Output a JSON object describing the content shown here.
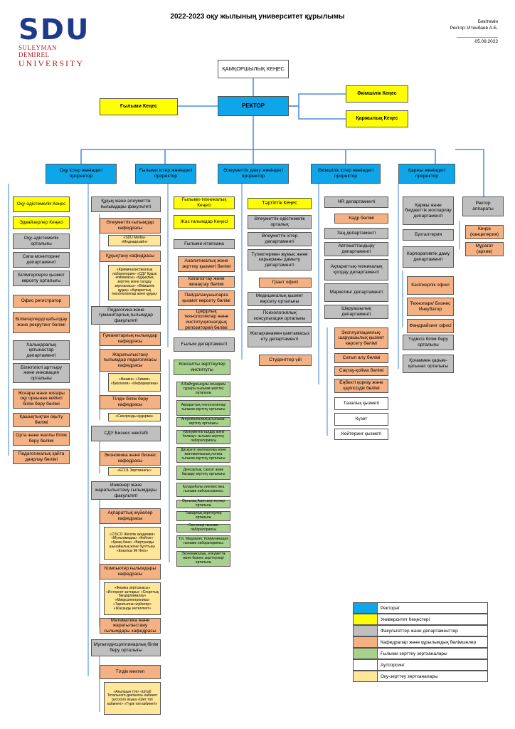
{
  "header": {
    "title": "2022-2023 оқу жылының университет құрылымы",
    "logo_text": "SDU",
    "logo_line1": "SULEYMAN DEMIREL",
    "logo_line2": "UNIVERSITY",
    "approval_1": "Бекітемін",
    "approval_2": "Ректор: Итенбаев А.Б.",
    "approval_line": "________________",
    "approval_date": "05.09.2022"
  },
  "colors": {
    "blue": "#0ea5e9",
    "yellow": "#ffff00",
    "gray": "#bfbfbf",
    "orange": "#f4b183",
    "green": "#a9d18e",
    "white": "#ffffff",
    "cream": "#ffe699",
    "accent": "#1f3a8a",
    "connector": "#4a90e2"
  },
  "top": {
    "board": "ҚАМҚОРШЫЛЫҚ КЕҢЕС",
    "rector": "РЕКТОР",
    "science_council": "Ғылыми Кеңес",
    "admin_council": "Әкімшілік Кеңес",
    "finance_council": "Қаржылық Кеңес"
  },
  "vice": [
    "Оқу істер жөніндегі проректор",
    "Ғылыми істер жөніндегі проректор",
    "Әлеуметтік даму жөніндегі проректор",
    "Әкімшілік істер жөніндегі проректор",
    "Қаржы жөніндегі проректор"
  ],
  "col1": [
    "Оқу-әдістемелік Кеңес",
    "Эдвайзерлер Кеңесі",
    "Оқу-әдістемелік орталығы",
    "Сапа мониторинг департаменті",
    "Білімгерлерге қызмет көрсету орталығы",
    "Офис регистратор",
    "Білімгерлерді қабылдау және рекрутинг бөлімі",
    "Халықаралық қатынастар департаменті",
    "Біліктілікті арттыру және инновация орталығы",
    "Жоғары және жоғары оқу орнынан кейінгі білім беру бөлімі",
    "Қашықтықтан оқыту бөлімі",
    "Орта және жалпы білім беру бөлімі",
    "Педагогикалық қайта даярлау бөлімі"
  ],
  "col2": {
    "f1": "Құқық және әлеуметтік ғылымдары факультеті",
    "f1_d1": "Әлеуметтік ғылымдар кафедрасы",
    "f1_d1_labs": "«SDU Media» «Медиадизайн»",
    "f1_d2": "Құқықтану кафедрасы",
    "f1_d2_labs": "«Криминалистикалық лаборатория» «СДУ Құқық клиникасы» «Құқықтық зерттеу және талдау зертханасы» «Әкімшілік құқық» «Ақпараттық технологиялар және құқық»",
    "f2": "Педагогика және гуманитарлық ғылымдар факультеті",
    "f2_d1": "Гуманитарлық ғылымдар кафедрасы",
    "f2_d2": "Жаратылыстану ғылымдар педагогикасы кафедрасы",
    "f2_d2_labs": "«Физика» «Химия» «Биология» «Информатика»",
    "f2_d3": "Тілдік білім беру кафедрасы",
    "f2_d3_labs": "«Синхронды аударма»",
    "f3": "СДУ Бизнес мектебі",
    "f3_d1": "Экономика және бизнес кафедрасы",
    "f3_d1_labs": "«ECOL Зертханасы»",
    "f4": "Инженер және жаратылыстану ғылымдары факультеті",
    "f4_d1": "Ақпараттық жүйелер кафедрасы",
    "f4_d1_labs": "«CISCO Желілік академия» «Мультимедиа» «Кейтат» «Қазақ банк» «Виртуалды шынайылық және бұлттың» «Erasmus Mi Hero»",
    "f4_d2": "Компьютер ғылымдары кафедрасы",
    "f4_d2_labs": "«Физика зертханасы» «Интернет заттары» «Спорттық бағдарламалау» «Микроэлектроника» «Таратылған жүйелер» «Жасанды интеллект»",
    "f4_d3": "Математика және жаратылыстану ғылымдары кафедрасы",
    "f5": "Мультидисциплинарлық білім беру орталығы",
    "f5_d1": "Тілдік мектеп",
    "f5_d1_labs": "«Ағылшын тілі» «Штаб Тотального диктанта» кабинет русского языка «Шет тілі кабинеті» «Түрік тілі кабинеті»"
  },
  "col3": {
    "c1": "Ғылыми-техникалық Кеңесі",
    "c2": "Жас ғалымдар Кеңесі",
    "c3": "Ғылыми кітапхана",
    "c4": "Аналитикалық және зерттеу қызметі бөлімі",
    "c5": "Каталогтау және жинақтау бөлімі",
    "c6": "Пайдаланушыларға қызмет көрсету бөлімі",
    "c7": "Цифрлық технологиялар және институционалдық репозиторий бөлімі",
    "c8": "Ғылым департаменті",
    "c9": "Консалты зерттеулер институты",
    "green": [
      "А.Байтұрсынұлы атындағы тұрақты ғылыми-зерттеу орталығы",
      "Ақпараттық технологиялар ғылыми-зерттеу орталығы",
      "Антропологиялық ғылыми-зерттеу орталығы",
      "«Әлеуметтік талдау және болжау» ғылыми-зерттеу лабораториясы",
      "Дискретті математика және математикалық логика ғылыми-зерттеу орталығы",
      "Денсаулық, саясат және басқару зерттеу орталығы",
      "Қолданбалы лингвистика ғылыми лабораториясы",
      "Орталық Азия зерттеулер орталығы",
      "Тамырлық зерттеулер орталығы",
      "Сөз өнері ғылыми лабораториясы",
      "Тіл. Медиамет. Коммуникация ғылыми лабораториясы",
      "Экономикалық, әлеуметтік және бизнес зерттеулері орталығы"
    ]
  },
  "col4": {
    "c1": "Тәртіптік Кеңес",
    "c2": "Әлеуметтік-әдістемелік орталық",
    "c3": "Әлеуметтік істер департаменті",
    "c4": "Түлектермен жұмыс және карьераны дамыту департаменті",
    "c5": "Грант офисі",
    "c6": "Медициналық қызмет көрсету орталығы",
    "c7": "Психологиялық консультация орталығы",
    "c8": "Жатақханамен қамтамасыз ету департаменті",
    "c9": "Студенттер үйі"
  },
  "col5": {
    "c1": "HR департаменті",
    "c2": "Кадр бөлімі",
    "c3": "Заң департаменті",
    "c4": "Автоматтандыру департаменті",
    "c5": "Ақпараттық-техникалық қолдау департаменті",
    "c6": "Маркетинг департаменті",
    "c7": "Шаруашылық департаменті",
    "c8": "Эксплуатациялық-шаруашылық қызмет көрсету бөлімі",
    "c9": "Сатып алу бөлімі",
    "c10": "Сақтау-қойма бөлімі",
    "c11": "Еңбекті қорғау және қауіпсіздік бөлімі",
    "c12": "Тазалық қызметі",
    "c13": "Күзет",
    "c14": "Кейтеринг қызметі"
  },
  "col6": {
    "c1": "Қаржы және бюджеттік жоспарлау департаменті",
    "c2": "Бухгалтерия",
    "c3": "Корпоративтік даму департаменті",
    "c4": "Кәсіпкерлік офисі",
    "c5": "Технопарк/ Бизнес Инкубатор",
    "c6": "Фандрайзинг офисі",
    "c7": "Үздіксіз білім беру орталығы",
    "c8": "Қоғаммен қарым-қатынас орталығы",
    "r1": "Ректор аппараты",
    "r2": "Кеңсе (канцелярия)",
    "r3": "Мұрағат (архив)"
  },
  "legend": [
    "Ректорат",
    "Университет Кеңестері",
    "Факультеттер және департаменттер",
    "Кафедралар және құрылымдық бөлімшелер",
    "Ғылыми зерттеу зертханалары",
    "Аутсорсинг",
    "Оқу-зерттеу зертханалары"
  ]
}
